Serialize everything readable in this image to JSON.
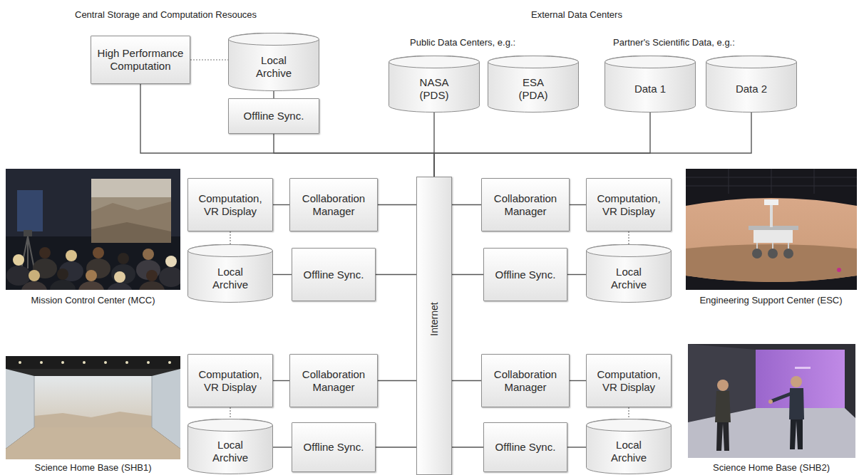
{
  "diagram": {
    "nodes": [
      {
        "text": [
          "High Performance Computation"
        ]
      },
      {
        "text": [
          "Local Archive"
        ]
      },
      {
        "text": [
          "Offline Sync."
        ]
      },
      {
        "text": [
          "NASA (PDS)"
        ]
      },
      {
        "text": [
          "ESA (PDA)"
        ]
      },
      {
        "text": [
          "Data 1"
        ]
      },
      {
        "text": [
          "Data 2"
        ]
      },
      {
        "text": [
          "Computation, VR Display"
        ]
      },
      {
        "text": [
          "Collaboration Manager"
        ]
      },
      {
        "text": [
          "Internet"
        ]
      },
      {
        "text": [
          "Collaboration Manager"
        ]
      },
      {
        "text": [
          "Computation, VR Display"
        ]
      },
      {
        "text": [
          "Local Archive"
        ]
      },
      {
        "text": [
          "Offline Sync."
        ]
      },
      {
        "text": [
          "Offline Sync."
        ]
      },
      {
        "text": [
          "Local Archive"
        ]
      },
      {
        "text": [
          "Computation, VR Display"
        ]
      },
      {
        "text": [
          "Collaboration Manager"
        ]
      },
      {
        "text": [
          "Collaboration Manager"
        ]
      },
      {
        "text": [
          "Computation, VR Display"
        ]
      },
      {
        "text": [
          "Local Archive"
        ]
      },
      {
        "text": [
          "Offline Sync."
        ]
      },
      {
        "text": [
          "Offline Sync."
        ]
      },
      {
        "text": [
          "Local Archive"
        ]
      }
    ],
    "edges": [
      {
        "from": 0,
        "to": 9,
        "arrow": "none"
      },
      {
        "from": 2,
        "to": 9,
        "arrow": "none"
      },
      {
        "from": 3,
        "to": 9,
        "arrow": "none"
      },
      {
        "from": 5,
        "to": 9,
        "arrow": "none"
      },
      {
        "from": 6,
        "to": 9,
        "arrow": "none"
      },
      {
        "from": 0,
        "to": 1,
        "arrow": "none"
      },
      {
        "from": 1,
        "to": 2,
        "arrow": "none"
      },
      {
        "from": 7,
        "to": 8,
        "arrow": "none"
      },
      {
        "from": 8,
        "to": 9,
        "arrow": "none"
      },
      {
        "from": 7,
        "to": 12,
        "arrow": "none"
      },
      {
        "from": 12,
        "to": 13,
        "arrow": "none"
      },
      {
        "from": 13,
        "to": 9,
        "arrow": "none"
      },
      {
        "from": 10,
        "to": 9,
        "arrow": "none"
      },
      {
        "from": 10,
        "to": 11,
        "arrow": "none"
      },
      {
        "from": 11,
        "to": 15,
        "arrow": "none"
      },
      {
        "from": 14,
        "to": 15,
        "arrow": "none"
      },
      {
        "from": 14,
        "to": 9,
        "arrow": "none"
      },
      {
        "from": 16,
        "to": 17,
        "arrow": "none"
      },
      {
        "from": 17,
        "to": 9,
        "arrow": "none"
      },
      {
        "from": 16,
        "to": 20,
        "arrow": "none"
      },
      {
        "from": 20,
        "to": 21,
        "arrow": "none"
      },
      {
        "from": 21,
        "to": 9,
        "arrow": "none"
      },
      {
        "from": 18,
        "to": 9,
        "arrow": "none"
      },
      {
        "from": 18,
        "to": 19,
        "arrow": "none"
      },
      {
        "from": 19,
        "to": 23,
        "arrow": "none"
      },
      {
        "from": 22,
        "to": 23,
        "arrow": "none"
      },
      {
        "from": 22,
        "to": 9,
        "arrow": "none"
      }
    ],
    "labels": [
      "Central Storage and Computation Resouces",
      "External Data Centers",
      "Public Data Centers, e.g.:",
      "Partner's Scientific Data, e.g.:",
      "Mission Control Center (MCC)",
      "Engineering Support Center (ESC)",
      "Science Home Base (SHB1)",
      "Science Home Base (SHB2)"
    ]
  }
}
